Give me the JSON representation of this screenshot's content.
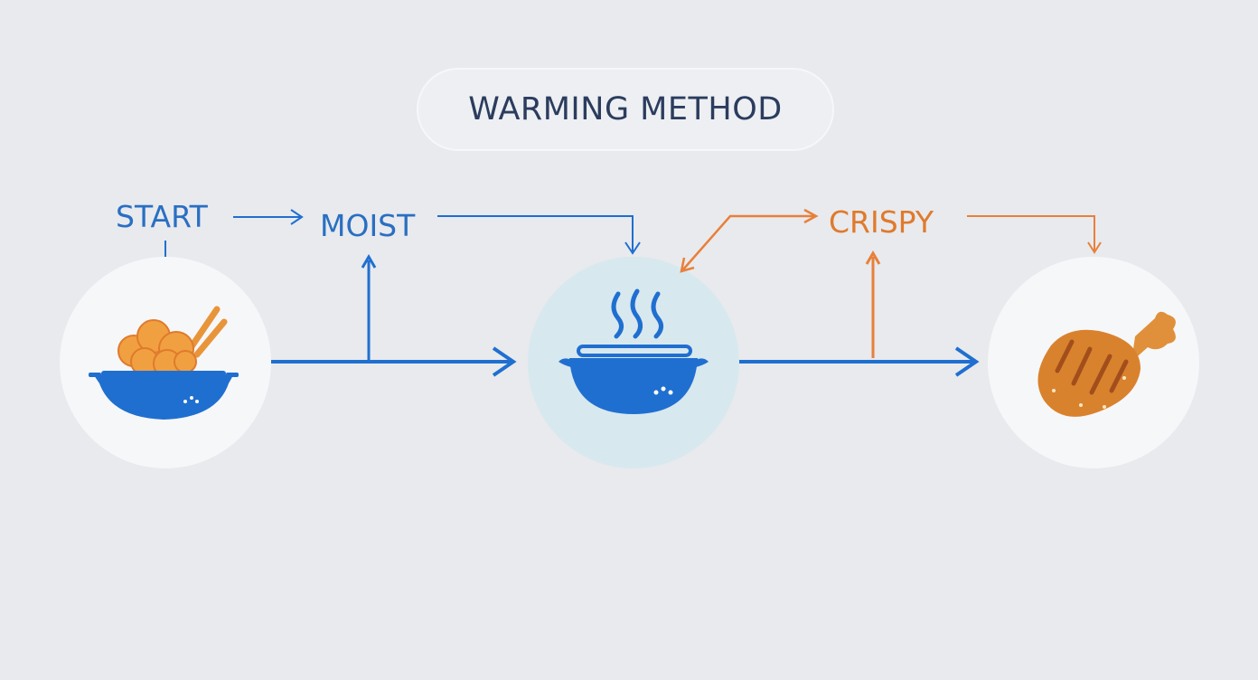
{
  "title": "WARMING METHOD",
  "nodes": {
    "start": {
      "label": "START",
      "icon": "bowl-with-food-icon"
    },
    "moist": {
      "label": "MOIST"
    },
    "steam": {
      "icon": "steaming-pot-icon"
    },
    "crispy": {
      "label": "CRISPY"
    },
    "result": {
      "icon": "fried-chicken-leg-icon"
    }
  },
  "colors": {
    "background": "#e8eaee",
    "blue_flow": "#1f6fd0",
    "orange_flow": "#e8803a",
    "title_text": "#2b3c5e",
    "steam_circle": "#d8e8ef"
  }
}
